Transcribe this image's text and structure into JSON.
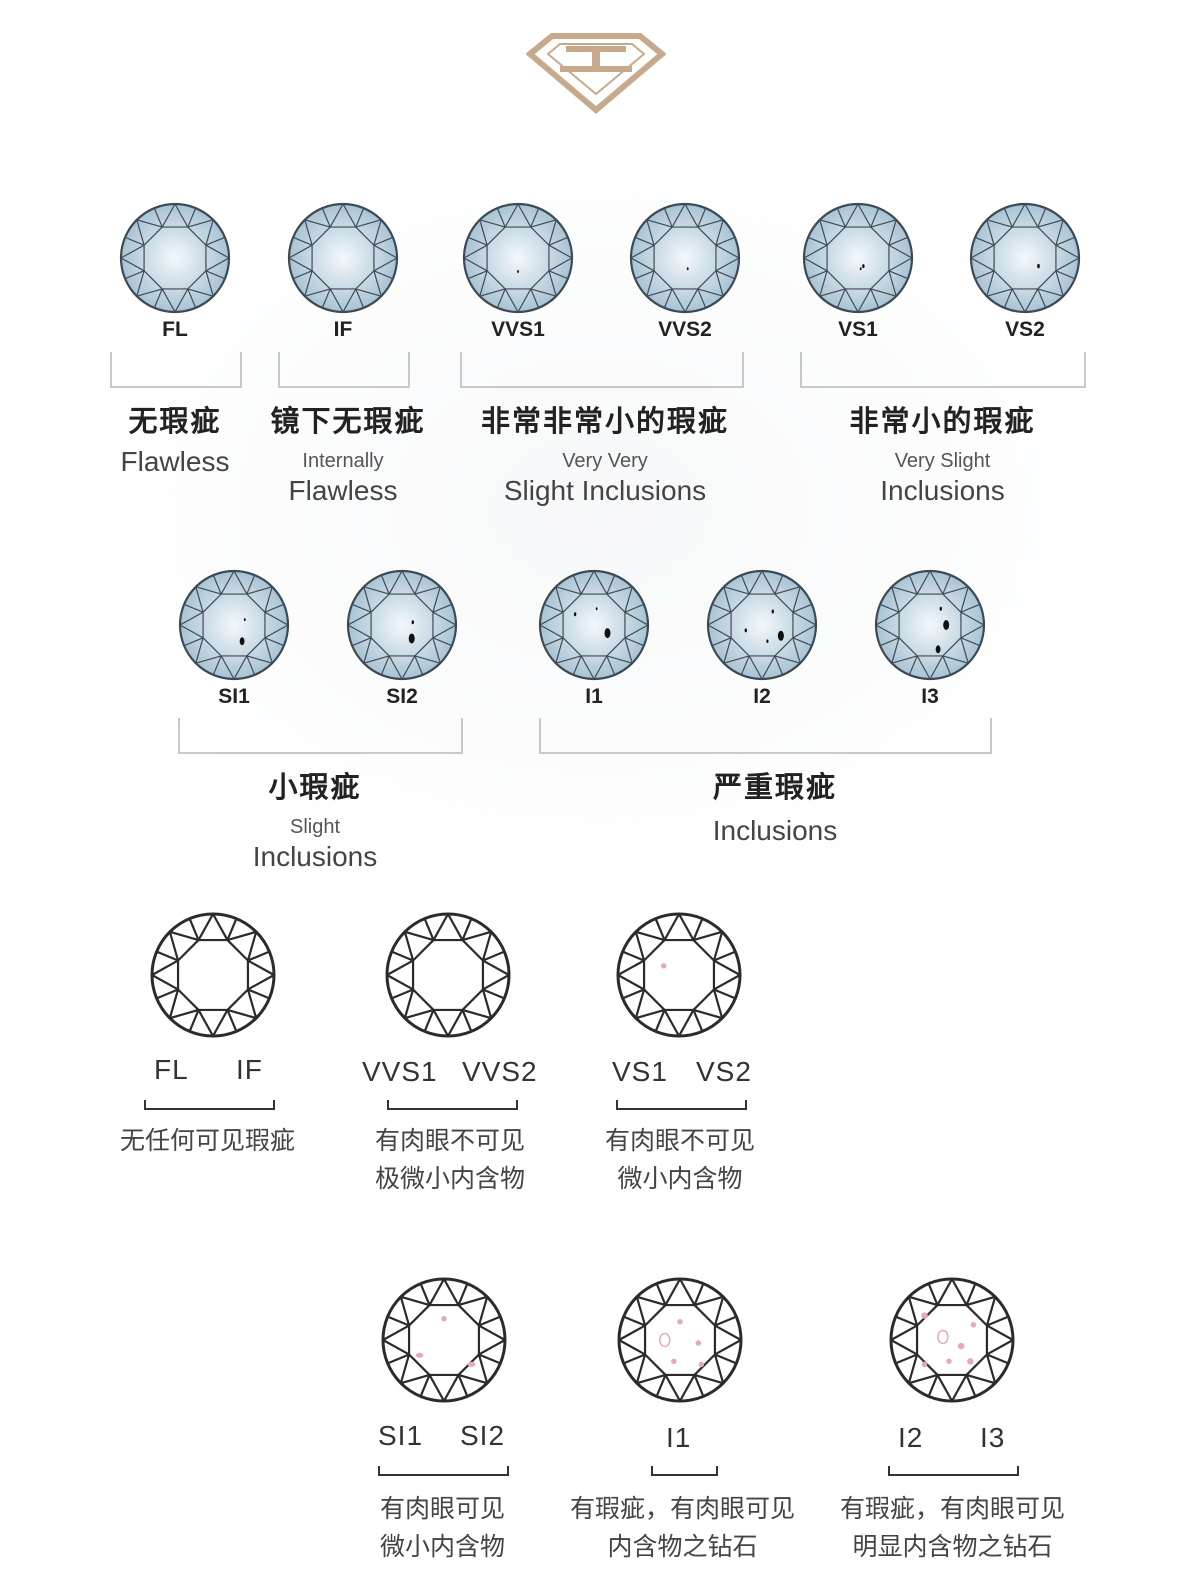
{
  "logo": {
    "icon": "diamond-logo-icon",
    "color": "#c7a98c"
  },
  "top_chart": {
    "row1": {
      "gems": [
        {
          "code": "FL"
        },
        {
          "code": "IF"
        },
        {
          "code": "VVS1"
        },
        {
          "code": "VVS2"
        },
        {
          "code": "VS1"
        },
        {
          "code": "VS2"
        }
      ],
      "groups": [
        {
          "cn": "无瑕疵",
          "en_small": "",
          "en_large": "Flawless"
        },
        {
          "cn": "镜下无瑕疵",
          "en_small": "Internally",
          "en_large": "Flawless"
        },
        {
          "cn": "非常非常小的瑕疵",
          "en_small": "Very Very",
          "en_large": "Slight Inclusions"
        },
        {
          "cn": "非常小的瑕疵",
          "en_small": "Very Slight",
          "en_large": "Inclusions"
        }
      ]
    },
    "row2": {
      "gems": [
        {
          "code": "SI1"
        },
        {
          "code": "SI2"
        },
        {
          "code": "I1"
        },
        {
          "code": "I2"
        },
        {
          "code": "I3"
        }
      ],
      "groups": [
        {
          "cn": "小瑕疵",
          "en_small": "Slight",
          "en_large": "Inclusions"
        },
        {
          "cn": "严重瑕疵",
          "en_small": "",
          "en_large": "Inclusions"
        }
      ]
    }
  },
  "bottom_chart": {
    "row1": [
      {
        "labels": [
          "FL",
          "IF"
        ],
        "desc": [
          "无任何可见瑕疵"
        ]
      },
      {
        "labels": [
          "VVS1",
          "VVS2"
        ],
        "desc": [
          "有肉眼不可见",
          "极微小内含物"
        ]
      },
      {
        "labels": [
          "VS1",
          "VS2"
        ],
        "desc": [
          "有肉眼不可见",
          "微小内含物"
        ]
      }
    ],
    "row2": [
      {
        "labels": [
          "SI1",
          "SI2"
        ],
        "desc": [
          "有肉眼可见",
          "微小内含物"
        ]
      },
      {
        "labels": [
          "I1"
        ],
        "desc": [
          "有瑕疵，有肉眼可见",
          "内含物之钻石"
        ]
      },
      {
        "labels": [
          "I2",
          "I3"
        ],
        "desc": [
          "有瑕疵，有肉眼可见",
          "明显内含物之钻石"
        ]
      }
    ]
  },
  "colors": {
    "inclusion_pink": "#e8a8b8",
    "gem_fill": "#d6e6ef",
    "gem_stroke": "#3c4a55"
  }
}
